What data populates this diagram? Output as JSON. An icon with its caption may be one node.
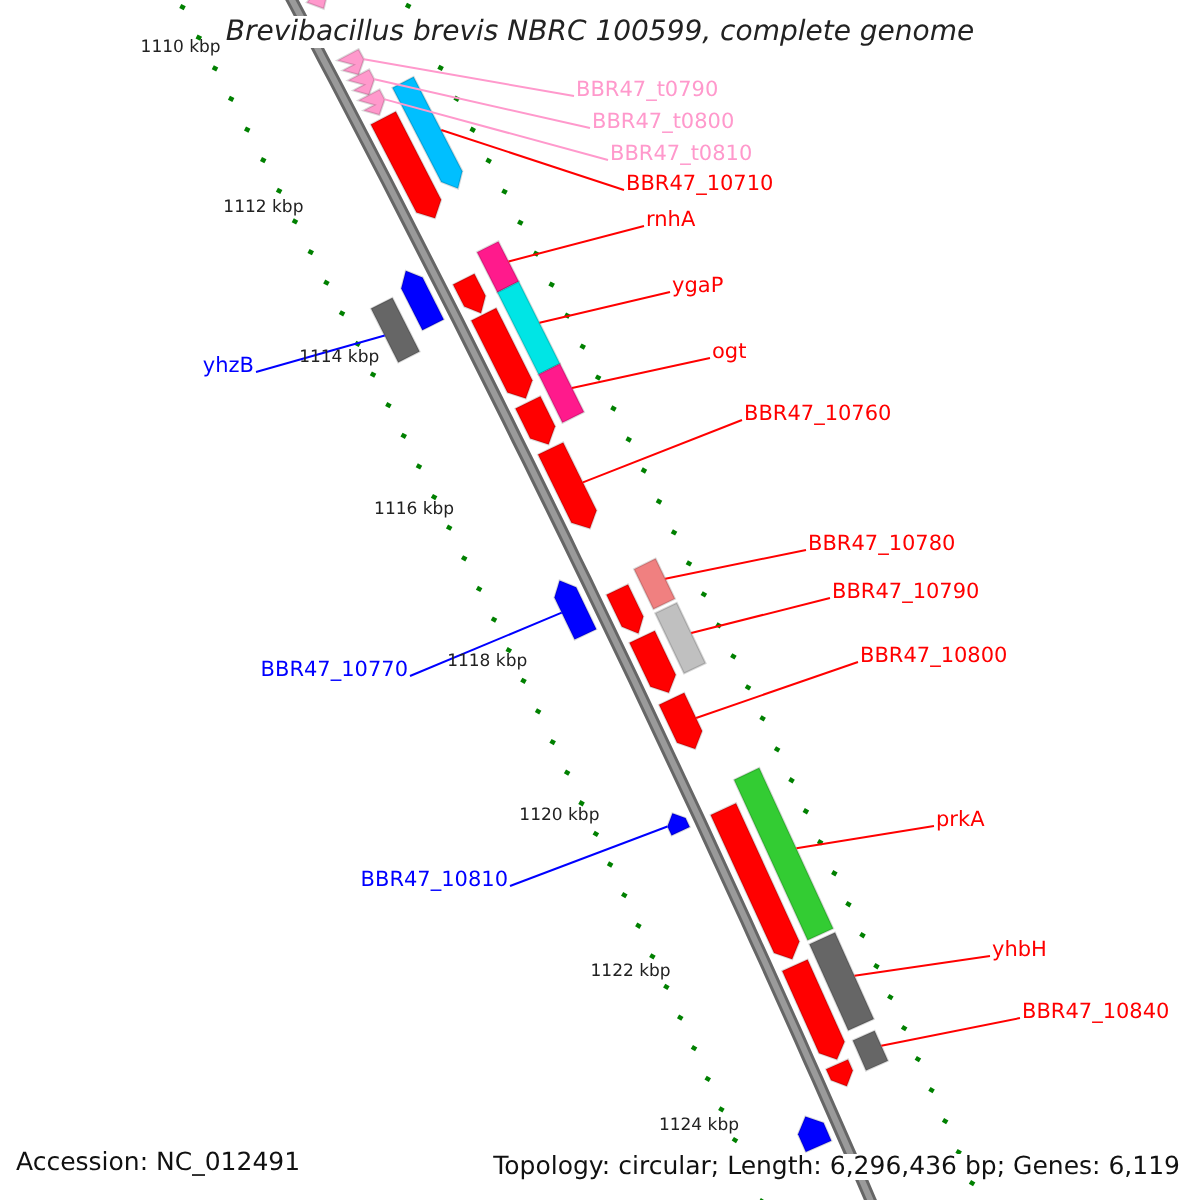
{
  "diagram": {
    "title": "Brevibacillus brevis NBRC 100599, complete genome",
    "nodes": [
      {
        "text": [
          "BBR47_t0790"
        ]
      },
      {
        "text": [],
        "shape": "arrow"
      },
      {
        "text": [
          "BBR47_t0800"
        ]
      },
      {
        "text": [],
        "shape": "arrow"
      },
      {
        "text": [
          "BBR47_t0810"
        ]
      },
      {
        "text": [],
        "shape": "arrow"
      },
      {
        "text": [
          "BBR47_10710"
        ]
      },
      {
        "text": [],
        "shape": "arrow"
      },
      {
        "text": [
          "yhzB"
        ]
      },
      {
        "text": [],
        "shape": "arrow"
      },
      {
        "text": [
          "rnhA"
        ]
      },
      {
        "text": [],
        "shape": "arrow"
      },
      {
        "text": [
          "ygaP"
        ]
      },
      {
        "text": [],
        "shape": "arrow"
      },
      {
        "text": [
          "ogt"
        ]
      },
      {
        "text": [],
        "shape": "arrow"
      },
      {
        "text": [
          "BBR47_10760"
        ]
      },
      {
        "text": [],
        "shape": "arrow"
      },
      {
        "text": [
          "BBR47_10770"
        ]
      },
      {
        "text": [],
        "shape": "arrow"
      },
      {
        "text": [
          "BBR47_10780"
        ]
      },
      {
        "text": [],
        "shape": "arrow"
      },
      {
        "text": [
          "BBR47_10790"
        ]
      },
      {
        "text": [],
        "shape": "arrow"
      },
      {
        "text": [
          "BBR47_10800"
        ]
      },
      {
        "text": [],
        "shape": "arrow"
      },
      {
        "text": [
          "BBR47_10810"
        ]
      },
      {
        "text": [],
        "shape": "arrow"
      },
      {
        "text": [
          "prkA"
        ]
      },
      {
        "text": [],
        "shape": "arrow"
      },
      {
        "text": [
          "yhbH"
        ]
      },
      {
        "text": [],
        "shape": "arrow"
      },
      {
        "text": [
          "BBR47_10840"
        ]
      },
      {
        "text": [],
        "shape": "arrow"
      },
      {
        "text": [],
        "shape": "arrow"
      },
      {
        "text": [],
        "shape": "arrow"
      },
      {
        "text": [],
        "shape": "arrow"
      },
      {
        "text": [],
        "shape": "arrow"
      },
      {
        "text": [],
        "shape": "arrow"
      },
      {
        "text": [],
        "shape": "arrow"
      },
      {
        "text": [],
        "shape": "arrow"
      },
      {
        "text": [],
        "shape": "arrow"
      },
      {
        "text": [],
        "shape": "arrow"
      },
      {
        "text": [],
        "shape": "arrow"
      },
      {
        "text": [],
        "shape": "arrow"
      },
      {
        "text": [],
        "shape": "arrow"
      }
    ],
    "edges": [
      {
        "from": 0,
        "to": 1,
        "arrow": "none",
        "color": "#ff99cc"
      },
      {
        "from": 2,
        "to": 3,
        "arrow": "none",
        "color": "#ff99cc"
      },
      {
        "from": 4,
        "to": 5,
        "arrow": "none",
        "color": "#ff99cc"
      },
      {
        "from": 6,
        "to": 7,
        "arrow": "none"
      },
      {
        "from": 8,
        "to": 9,
        "arrow": "none",
        "color": "#0000ff"
      },
      {
        "from": 10,
        "to": 11,
        "arrow": "none"
      },
      {
        "from": 12,
        "to": 13,
        "arrow": "none"
      },
      {
        "from": 14,
        "to": 15,
        "arrow": "none"
      },
      {
        "from": 16,
        "to": 17,
        "arrow": "none"
      },
      {
        "from": 18,
        "to": 19,
        "arrow": "none",
        "color": "#0000ff"
      },
      {
        "from": 20,
        "to": 21,
        "arrow": "none"
      },
      {
        "from": 22,
        "to": 23,
        "arrow": "none"
      },
      {
        "from": 24,
        "to": 25,
        "arrow": "none"
      },
      {
        "from": 26,
        "to": 27,
        "arrow": "none",
        "color": "#0000ff"
      },
      {
        "from": 28,
        "to": 29,
        "arrow": "none"
      },
      {
        "from": 30,
        "to": 31,
        "arrow": "none"
      },
      {
        "from": 32,
        "to": 33,
        "arrow": "none"
      }
    ],
    "labels": [
      "1110 kbp",
      "1112 kbp",
      "1114 kbp",
      "1116 kbp",
      "1118 kbp",
      "1120 kbp",
      "1122 kbp",
      "1124 kbp",
      "Accession: NC_012491",
      "Topology: circular; Length: 6,296,436 bp; Genes: 6,119"
    ]
  }
}
